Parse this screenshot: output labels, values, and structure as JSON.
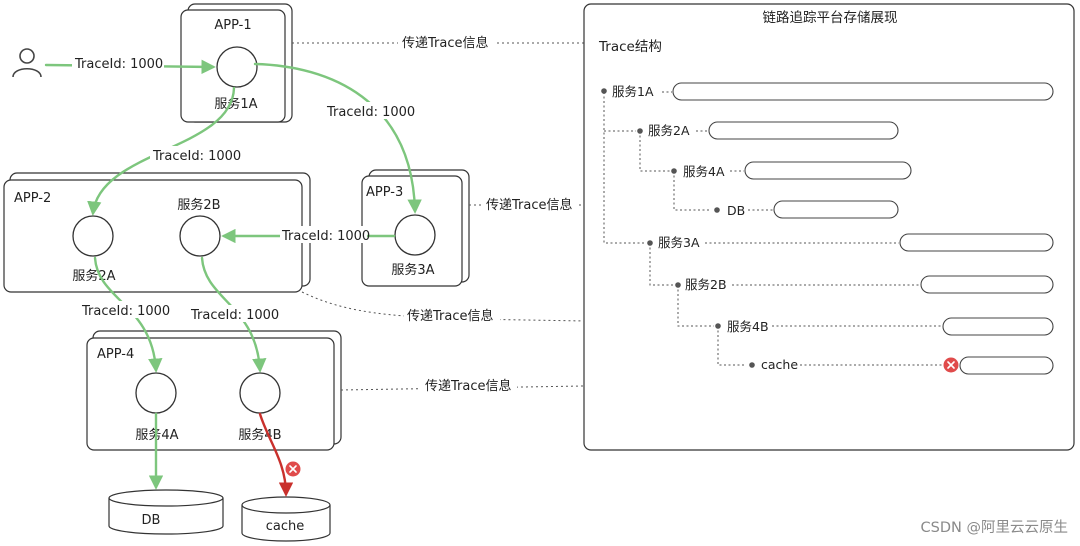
{
  "apps": {
    "app1": {
      "title": "APP-1",
      "service": "服务1A"
    },
    "app2": {
      "title": "APP-2",
      "service_a": "服务2A",
      "service_b": "服务2B"
    },
    "app3": {
      "title": "APP-3",
      "service": "服务3A"
    },
    "app4": {
      "title": "APP-4",
      "service_a": "服务4A",
      "service_b": "服务4B"
    }
  },
  "stores": {
    "db": "DB",
    "cache": "cache"
  },
  "trace_labels": {
    "user_to_1a": "TraceId: 1000",
    "a1_to_3a": "TraceId: 1000",
    "a1_to_2a": "TraceId: 1000",
    "a3_to_2b": "TraceId: 1000",
    "a2a_to_4a": "TraceId: 1000",
    "a2b_to_4b": "TraceId: 1000"
  },
  "propagation_labels": {
    "app1": "传递Trace信息",
    "app3": "传递Trace信息",
    "app2": "传递Trace信息",
    "app4": "传递Trace信息"
  },
  "platform": {
    "title": "链路追踪平台存储展现",
    "subtitle": "Trace结构",
    "tree": [
      {
        "label": "服务1A"
      },
      {
        "label": "服务2A"
      },
      {
        "label": "服务4A"
      },
      {
        "label": "DB"
      },
      {
        "label": "服务3A"
      },
      {
        "label": "服务2B"
      },
      {
        "label": "服务4B"
      },
      {
        "label": "cache"
      }
    ]
  },
  "watermark": "CSDN @阿里云云原生",
  "colors": {
    "success_arrow": "#7dc67d",
    "error_arrow": "#c9302c",
    "error_badge": "#e04b4b"
  }
}
